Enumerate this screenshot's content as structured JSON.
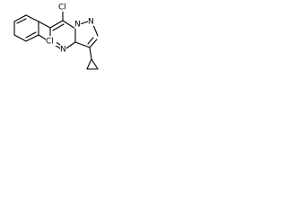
{
  "molecule": {
    "atoms": {
      "cl_top": "Cl",
      "n_pyrazole": "N",
      "n_pyrazole_2": "N",
      "n_pyrimidine": "N",
      "cl_phenyl": "Cl"
    }
  },
  "colors": {
    "bond": "#000000",
    "label": "#000000",
    "background": "#ffffff"
  }
}
